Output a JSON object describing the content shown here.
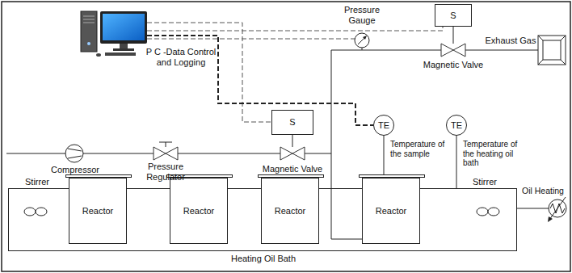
{
  "diagram": {
    "nodes": [
      {
        "text": [
          "Heating Oil Bath"
        ]
      },
      {
        "text": [
          "Reactor"
        ],
        "in": 0
      },
      {
        "text": [
          "Reactor"
        ],
        "in": 0
      },
      {
        "text": [
          "Reactor"
        ],
        "in": 0
      },
      {
        "text": [
          "Reactor"
        ],
        "in": 0
      },
      {
        "text": [
          "S"
        ]
      },
      {
        "text": [
          "S"
        ]
      },
      {
        "text": [
          "TE",
          "Temperature of the sample"
        ]
      },
      {
        "text": [
          "TE",
          "Temperature of the heating oil bath"
        ]
      }
    ],
    "edges": [
      {
        "from": 7,
        "to": 4,
        "arrow": "none"
      },
      {
        "from": 8,
        "to": 0,
        "arrow": "none"
      }
    ],
    "labels": [
      "Pressure Gauge",
      "Magnetic Valve",
      "Exhaust Gas",
      "P C -Data Control and Logging",
      "Compressor",
      "Pressure Regulator",
      "Magnetic Valve",
      "Stirrer",
      "Stirrer",
      "Oil Heating"
    ]
  }
}
